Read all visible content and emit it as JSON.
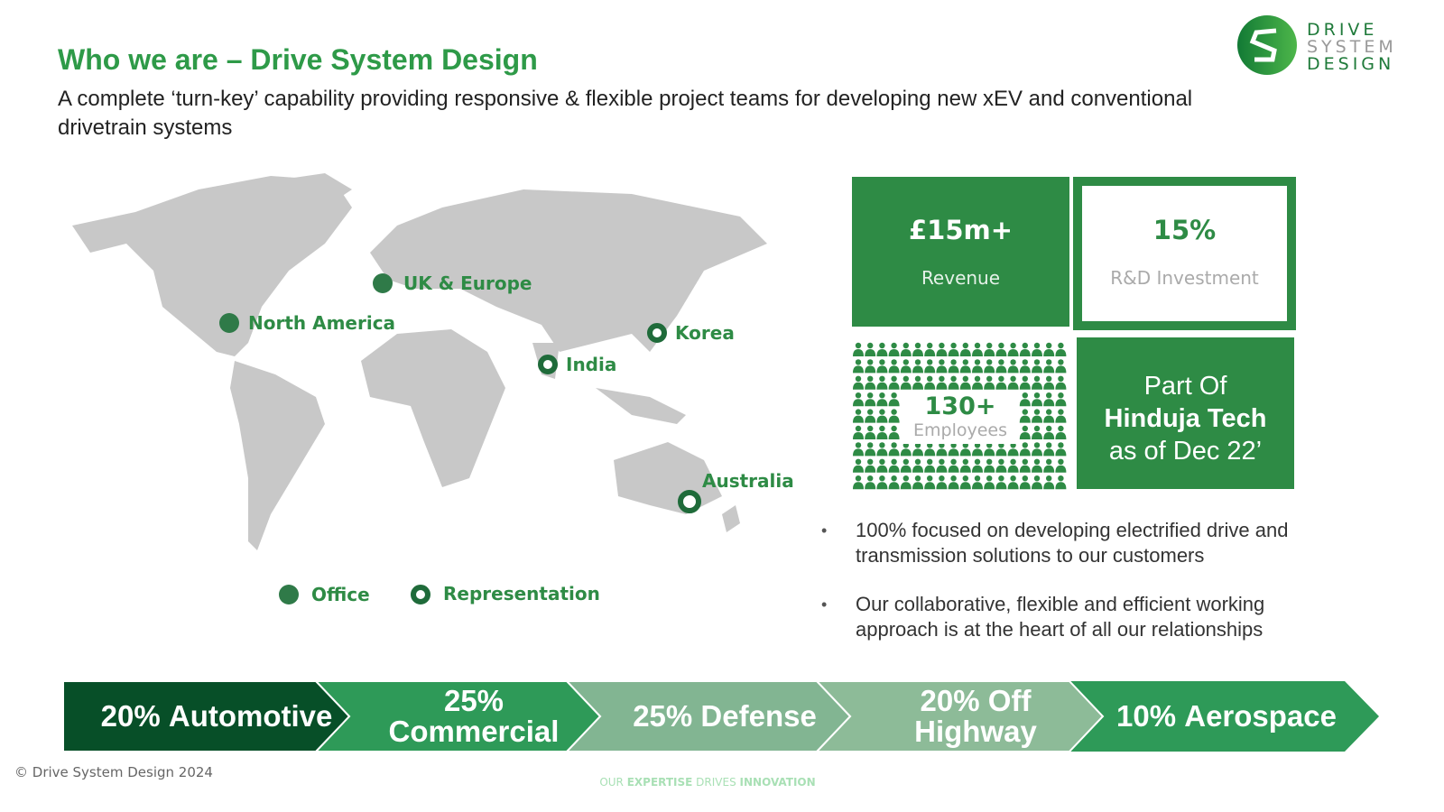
{
  "header": {
    "title": "Who we are – Drive System Design",
    "subtitle": "A complete ‘turn-key’ capability providing responsive & flexible project teams for developing new xEV and conventional drivetrain systems"
  },
  "logo": {
    "line1": "DRIVE",
    "line2": "SYSTEM",
    "line3": "DESIGN"
  },
  "map": {
    "locations": [
      {
        "label": "UK & Europe",
        "type": "office"
      },
      {
        "label": "North America",
        "type": "office"
      },
      {
        "label": "India",
        "type": "representation"
      },
      {
        "label": "Korea",
        "type": "representation"
      },
      {
        "label": "Australia",
        "type": "representation"
      }
    ],
    "legend": {
      "office": "Office",
      "representation": "Representation"
    }
  },
  "stats": {
    "revenue_value": "£15m+",
    "revenue_label": "Revenue",
    "rd_value": "15%",
    "rd_label": "R&D Investment",
    "employees_value": "130+",
    "employees_label": "Employees",
    "hinduja_line1": "Part Of",
    "hinduja_line2": "Hinduja Tech",
    "hinduja_line3": "as of Dec 22’"
  },
  "bullets": [
    "100% focused on developing electrified drive and transmission solutions to our customers",
    "Our collaborative, flexible and efficient working approach is at the heart of all our relationships"
  ],
  "sectors": [
    {
      "pct": "20%",
      "name": "Automotive",
      "color": "#074f28"
    },
    {
      "pct": "25%",
      "name": "Commercial",
      "color": "#2e9a58"
    },
    {
      "pct": "25%",
      "name": "Defense",
      "color": "#82b592"
    },
    {
      "pct": "20%",
      "name": "Off Highway",
      "color": "#8dbb98"
    },
    {
      "pct": "10%",
      "name": "Aerospace",
      "color": "#2e9a58"
    }
  ],
  "footer": {
    "copyright": "© Drive System Design 2024",
    "tag_a": "OUR ",
    "tag_b": "EXPERTISE",
    "tag_c": " DRIVES ",
    "tag_d": "INNOVATION"
  }
}
